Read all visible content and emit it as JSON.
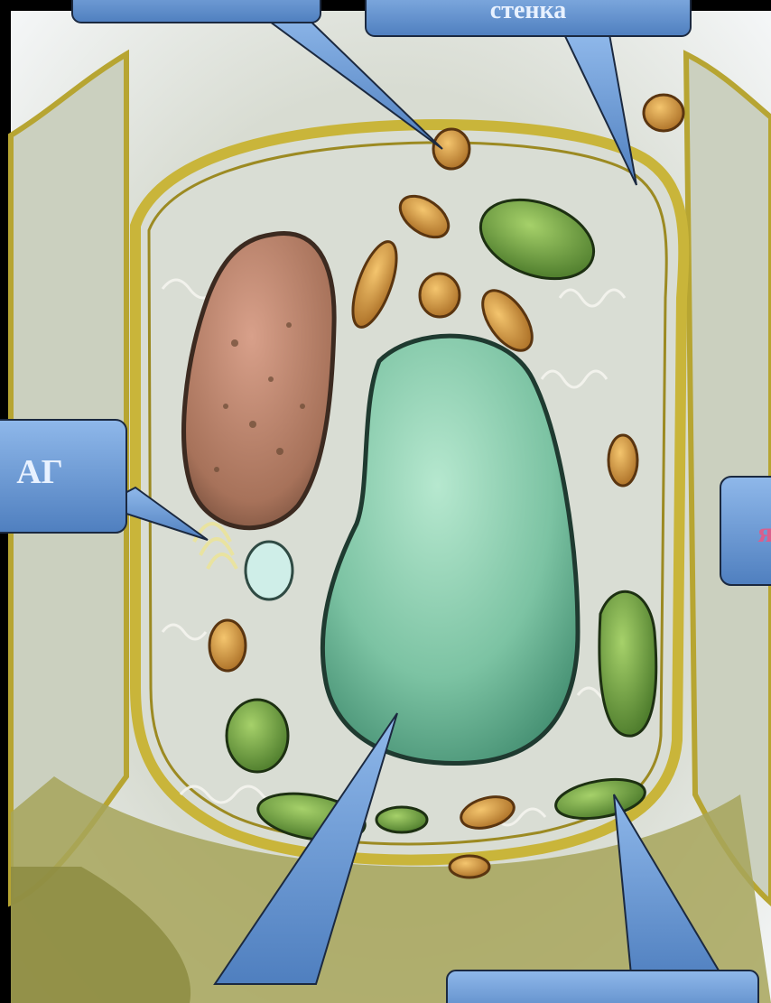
{
  "callouts": {
    "top_left": "",
    "cell_wall": "стенка",
    "golgi": "АГ",
    "nucleus": "я",
    "vacuole": "",
    "chloroplast": ""
  },
  "colors": {
    "frame": "#000000",
    "paper": "#eef2f4",
    "cytoplasm": "#d9ddd4",
    "cell_wall": "#c9b53a",
    "nucleus": "#b07a5e",
    "vacuole": "#7fc7a8",
    "chloroplast": "#5f9a3a",
    "mitochondrion": "#d69a3d",
    "callout_fill": "#6f9ed8",
    "callout_text": "#e8f1ff"
  }
}
